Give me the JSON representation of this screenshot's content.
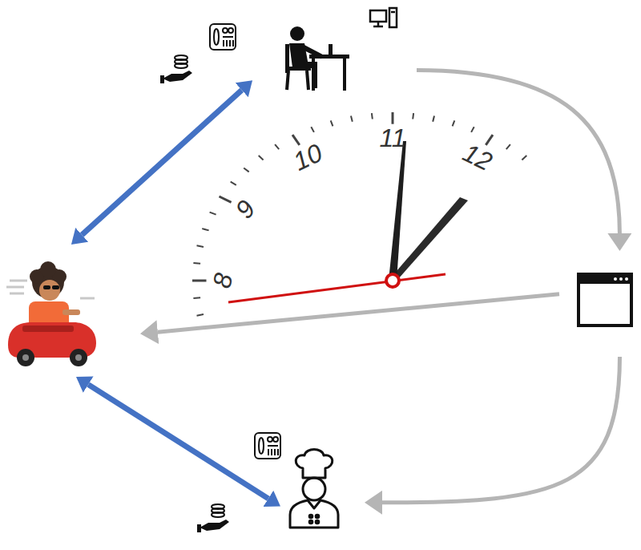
{
  "diagram": {
    "nodes": [
      {
        "text": []
      },
      {
        "text": []
      },
      {
        "text": []
      },
      {
        "text": []
      }
    ],
    "edges": [
      {
        "from": 0,
        "to": 2,
        "arrow": "both"
      },
      {
        "from": 0,
        "to": 1,
        "arrow": "to"
      },
      {
        "from": 1,
        "to": 2,
        "arrow": "to"
      },
      {
        "from": 1,
        "to": 3,
        "arrow": "to"
      },
      {
        "from": 2,
        "to": 3,
        "arrow": "both"
      }
    ],
    "labels": [
      "8",
      "9",
      "10",
      "11",
      "12"
    ]
  }
}
